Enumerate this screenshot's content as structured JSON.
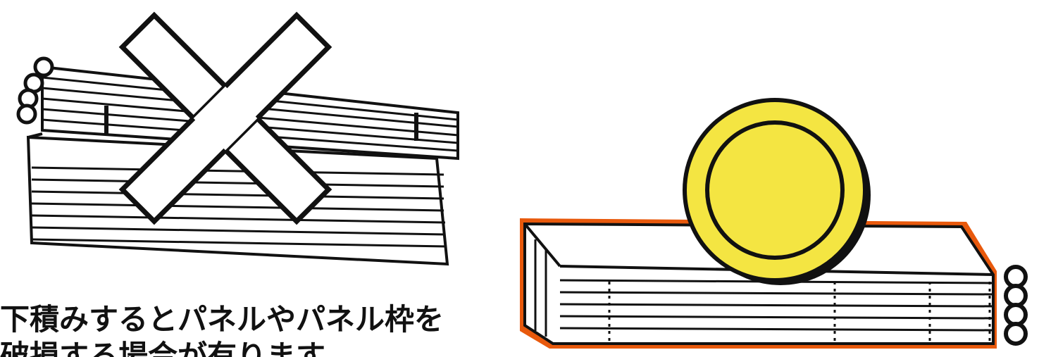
{
  "caption": {
    "line1": "下積みするとパネルやパネル枠を",
    "line2": "破損する場合が有ります。"
  },
  "marks": {
    "bad": "wrong-x-mark",
    "good": "correct-circle-mark"
  },
  "colors": {
    "ink": "#111111",
    "cross_fill": "#ffffff",
    "circle_fill": "#f4e542",
    "panel_outline": "#e8590c"
  }
}
